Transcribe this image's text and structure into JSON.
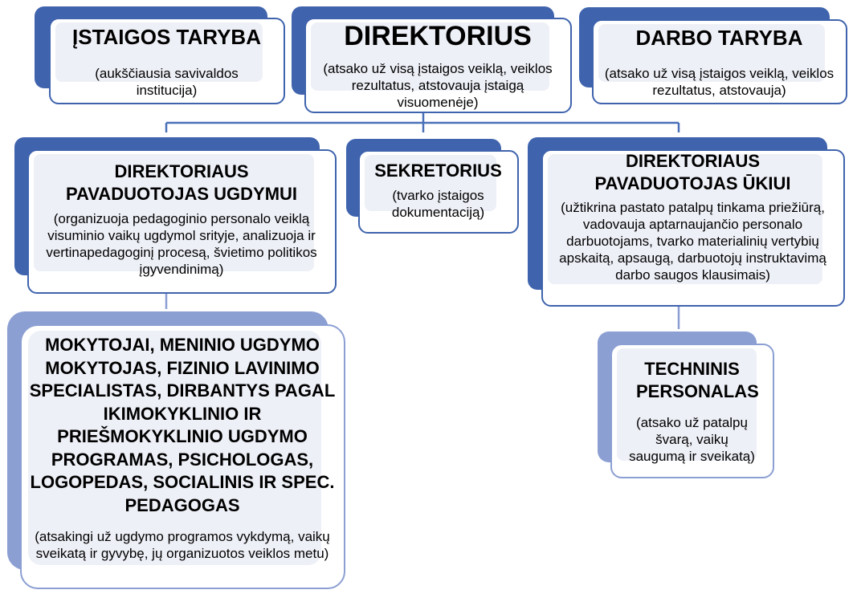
{
  "nodes": {
    "istaigos_taryba": {
      "title": "ĮSTAIGOS TARYBA",
      "description": "(aukščiausia savivaldos institucija)"
    },
    "direktorius": {
      "title": "DIREKTORIUS",
      "description": "(atsako už visą įstaigos veiklą, veiklos rezultatus, atstovauja įstaigą visuomenėje)"
    },
    "darbo_taryba": {
      "title": "DARBO TARYBA",
      "description": "(atsako už visą įstaigos veiklą, veiklos rezultatus, atstovauja)"
    },
    "pavaduotojas_ugdymui": {
      "title": "DIREKTORIAUS PAVADUOTOJAS UGDYMUI",
      "description": "(organizuoja pedagoginio personalo veiklą visuminio vaikų ugdymol srityje, analizuoja ir vertinapedagoginį procesą, švietimo politikos įgyvendinimą)"
    },
    "sekretorius": {
      "title": "SEKRETORIUS",
      "description": "(tvarko įstaigos dokumentaciją)"
    },
    "pavaduotojas_ukiui": {
      "title": "DIREKTORIAUS PAVADUOTOJAS ŪKIUI",
      "description": "(užtikrina pastato patalpų tinkama priežiūrą, vadovauja aptarnaujančio personalo darbuotojams, tvarko materialinių vertybių apskaitą, apsaugą, darbuotojų instruktavimą darbo saugos klausimais)"
    },
    "mokytojai": {
      "title": "MOKYTOJAI, MENINIO UGDYMO MOKYTOJAS, FIZINIO LAVINIMO SPECIALISTAS, DIRBANTYS PAGAL IKIMOKYKLINIO IR PRIEŠMOKYKLINIO UGDYMO PROGRAMAS, PSICHOLOGAS, LOGOPEDAS, SOCIALINIS IR SPEC. PEDAGOGAS",
      "description": "(atsakingi už ugdymo programos vykdymą, vaikų sveikatą ir gyvybę, jų organizuotos veiklos metu)"
    },
    "techninis": {
      "title": "TECHNINIS PERSONALAS",
      "description": "(atsako už patalpų švarą, vaikų saugumą ir sveikatą)"
    }
  },
  "colors": {
    "accent_dark": "#3f63ad",
    "accent_light": "#8c9fd3",
    "fill": "#eef0f7",
    "connector": "#4a70b8"
  }
}
